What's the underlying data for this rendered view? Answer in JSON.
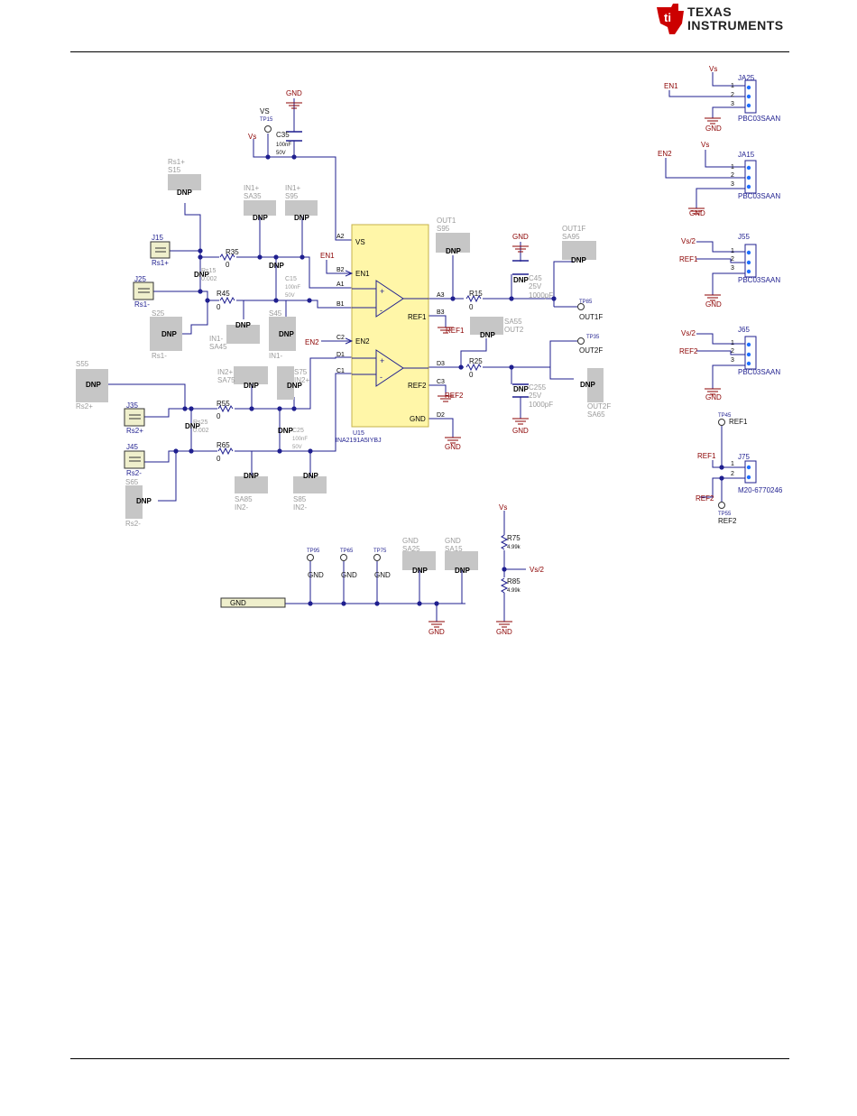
{
  "header": {
    "brand_line1": "TEXAS",
    "brand_line2": "INSTRUMENTS",
    "colors": {
      "brand": "#cc0000"
    }
  },
  "schematic": {
    "colors": {
      "wire": "#1f1f8f",
      "net_label": "#8b0000",
      "grey_text": "#9a9a9a",
      "dnp_fill": "#c6c6c6",
      "ic_fill": "#fff6a8",
      "ic_stroke": "#c6b24a",
      "junction": "#1f1f8f"
    },
    "ic": {
      "ref": "U15",
      "part": "INA2191A5IYBJ",
      "pins_left": [
        {
          "num": "A2",
          "name": "VS"
        },
        {
          "num": "B2",
          "name": "EN1"
        },
        {
          "num": "A1",
          "name": ""
        },
        {
          "num": "B1",
          "name": ""
        },
        {
          "num": "C2",
          "name": "EN2"
        },
        {
          "num": "D1",
          "name": ""
        },
        {
          "num": "C1",
          "name": ""
        }
      ],
      "pins_right": [
        {
          "num": "A3",
          "name": ""
        },
        {
          "num": "B3",
          "name": "REF1"
        },
        {
          "num": "D3",
          "name": ""
        },
        {
          "num": "C3",
          "name": "REF2"
        },
        {
          "num": "D2",
          "name": "GND"
        }
      ]
    },
    "dnp": "DNP",
    "texts": {
      "gnd": "GND",
      "vs": "VS",
      "vs_net": "Vs",
      "vs2": "Vs/2",
      "en1": "EN1",
      "en2": "EN2",
      "ref1": "REF1",
      "ref2": "REF2",
      "tp15": "TP15",
      "c35": "C35",
      "c35_val": "100nF",
      "c35_v": "50V",
      "rs1p": "Rs1+",
      "s15": "S15",
      "in1p_a": "IN1+",
      "sa35": "SA35",
      "in1p_b": "IN1+",
      "s95": "S95",
      "j15": "J15",
      "j15_lbl": "Rs1+",
      "r35": "R35",
      "r35_val": "0",
      "rs15": "Rs15",
      "rs15_val": "0.002",
      "c15": "C15",
      "c15_val": "100nF",
      "c15_v": "50V",
      "j25": "J25",
      "j25_lbl": "Rs1-",
      "r45": "R45",
      "r45_val": "0",
      "s25": "S25",
      "rs1m": "Rs1-",
      "in1m_a": "IN1-",
      "sa45": "SA45",
      "s45": "S45",
      "in1m_b": "IN1-",
      "out1": "OUT1",
      "s95b": "S95",
      "r15": "R15",
      "r15_val": "0",
      "c45": "C45",
      "c45_v": "25V",
      "c45_val": "1000pF",
      "out1f": "OUT1F",
      "sa95": "SA95",
      "tp85": "TP85",
      "out1f_lbl": "OUT1F",
      "sa55": "SA55",
      "out2": "OUT2",
      "tp35": "TP35",
      "out2f_lbl": "OUT2F",
      "r25": "R25",
      "r25_val": "0",
      "c25x": "C255",
      "c25x_v": "25V",
      "c25x_val": "1000pF",
      "out2f": "OUT2F",
      "sa65": "SA65",
      "s55": "S55",
      "rs2p": "Rs2+",
      "in2p_a": "IN2+",
      "sa75": "SA75",
      "s75": "S75",
      "in2p_b": "IN2+",
      "j35": "J35",
      "j35_lbl": "Rs2+",
      "r55": "R55",
      "r55_val": "0",
      "rs25": "Rs25",
      "rs25_val": "0.002",
      "c25": "C25",
      "c25_val": "100nF",
      "c25_v": "50V",
      "j45": "J45",
      "j45_lbl": "Rs2-",
      "r65": "R65",
      "r65_val": "0",
      "s65": "S65",
      "rs2m": "Rs2-",
      "sa85": "SA85",
      "in2m_a": "IN2-",
      "s85": "S85",
      "in2m_b": "IN2-",
      "tp95": "TP95",
      "tp65": "TP65",
      "tp75": "TP75",
      "sa25": "SA25",
      "sa15": "SA15",
      "gnd_bar": "GND",
      "r75": "R75",
      "r75_val": "4.99k",
      "r85": "R85",
      "r85_val": "4.99k",
      "ja25": "JA25",
      "ja15": "JA15",
      "j55": "J55",
      "j65": "J65",
      "j75": "J75",
      "pbc": "PBC03SAAN",
      "m20": "M20-6770246",
      "tp45": "TP45",
      "tp55": "TP55"
    },
    "header_pins": [
      "1",
      "2",
      "3"
    ]
  }
}
